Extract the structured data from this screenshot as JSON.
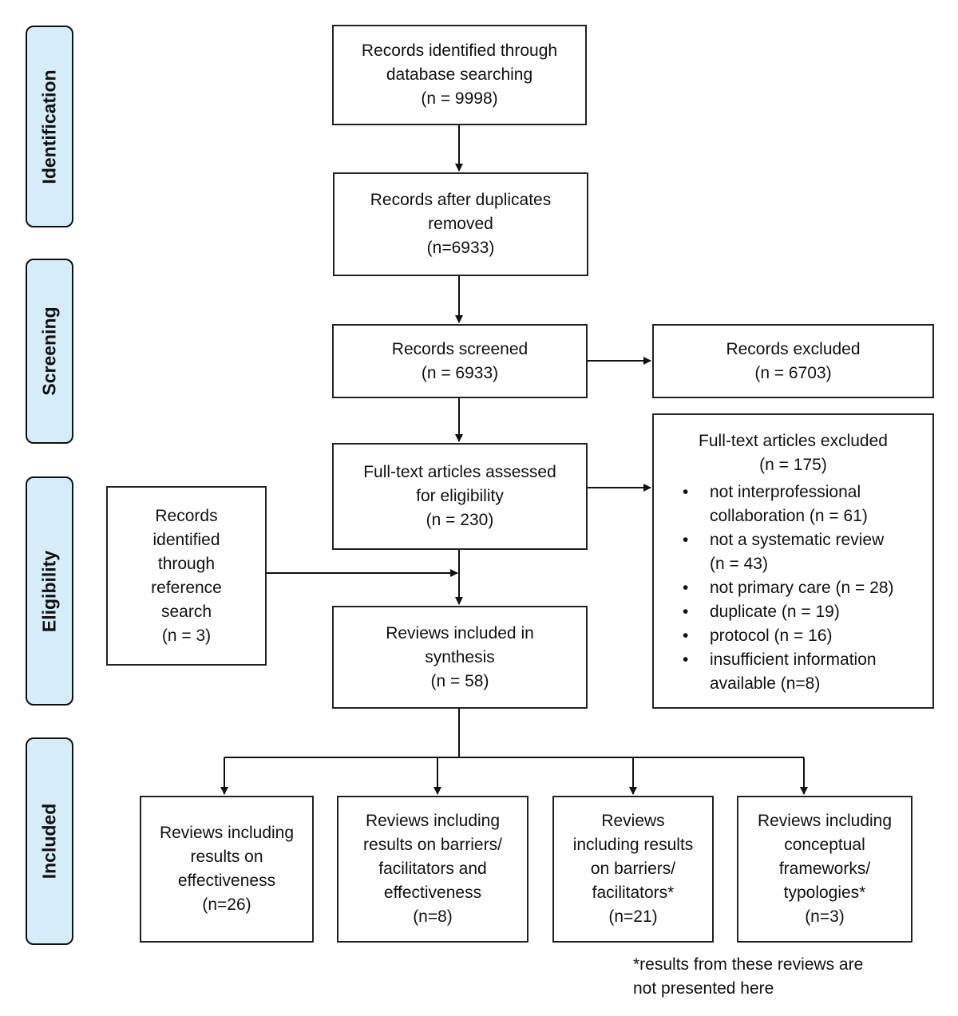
{
  "stages": [
    "Identification",
    "Screening",
    "Eligibility",
    "Included"
  ],
  "boxes": {
    "identified_db": [
      "Records identified through",
      "database searching",
      "(n = 9998)"
    ],
    "after_duplicates": [
      "Records after duplicates",
      "removed",
      "(n=6933)"
    ],
    "screened": [
      "Records screened",
      "(n = 6933)"
    ],
    "excluded": [
      "Records excluded",
      "(n = 6703)"
    ],
    "fulltext_assessed": [
      "Full-text articles assessed",
      "for eligibility",
      "(n = 230)"
    ],
    "reference_search": [
      "Records",
      "identified",
      "through",
      "reference",
      "search",
      "(n = 3)"
    ],
    "included_synthesis": [
      "Reviews included in",
      "synthesis",
      "(n = 58)"
    ],
    "effectiveness": [
      "Reviews including",
      "results on",
      "effectiveness",
      "(n=26)"
    ],
    "barriers_effectiveness": [
      "Reviews including",
      "results on barriers/",
      "facilitators and",
      "effectiveness",
      "(n=8)"
    ],
    "barriers": [
      "Reviews",
      "including results",
      "on barriers/",
      "facilitators*",
      "(n=21)"
    ],
    "frameworks": [
      "Reviews including",
      "conceptual",
      "frameworks/",
      "typologies*",
      "(n=3)"
    ]
  },
  "fulltext_excluded": {
    "title": "Full-text articles excluded",
    "count": "(n = 175)",
    "reasons": [
      [
        "not interprofessional",
        "collaboration (n = 61)"
      ],
      [
        "not a systematic review",
        "(n = 43)"
      ],
      [
        "not primary care (n = 28)"
      ],
      [
        "duplicate (n = 19)"
      ],
      [
        "protocol (n = 16)"
      ],
      [
        "insufficient information",
        "available (n=8)"
      ]
    ]
  },
  "footnote": [
    "*results from these reviews are",
    "not presented here"
  ],
  "colors": {
    "stage_fill": "#d6ecf8",
    "border": "#222222"
  }
}
